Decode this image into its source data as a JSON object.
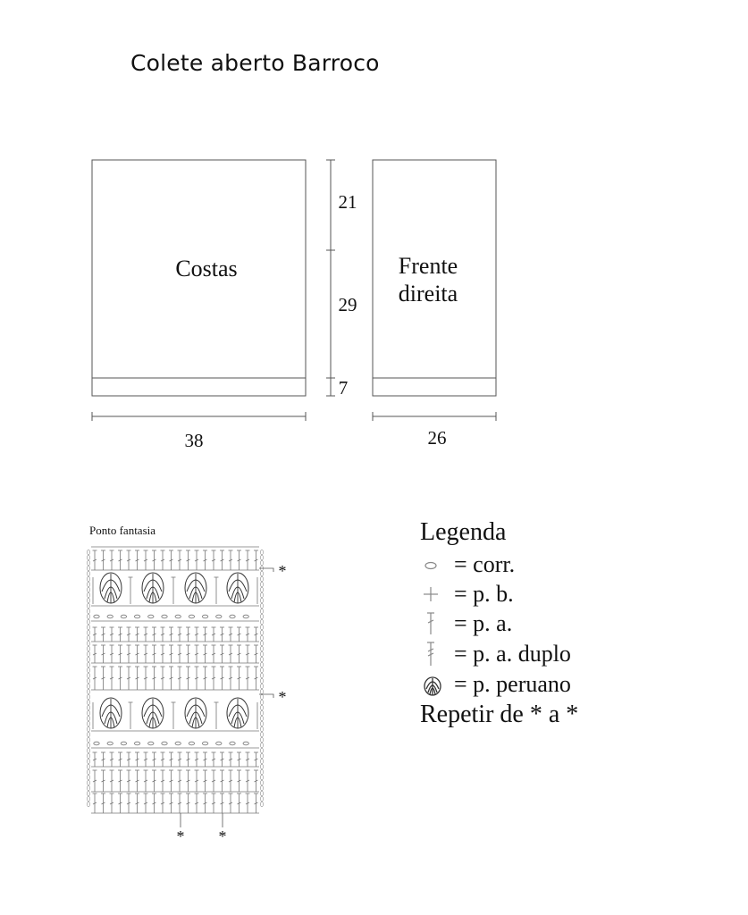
{
  "title": "Colete aberto Barroco",
  "schema": {
    "back_label": "Costas",
    "front_label_line1": "Frente",
    "front_label_line2": "direita",
    "measure_upper": "21",
    "measure_middle": "29",
    "measure_ribbing": "7",
    "back_width": "38",
    "front_width": "26"
  },
  "stitch_chart": {
    "label": "Ponto fantasia",
    "repeat_marker": "*"
  },
  "legend": {
    "title": "Legenda",
    "items": [
      {
        "icon": "chain-icon",
        "text": "= corr."
      },
      {
        "icon": "single-crochet-icon",
        "text": "= p. b."
      },
      {
        "icon": "double-crochet-icon",
        "text": "= p. a."
      },
      {
        "icon": "treble-crochet-icon",
        "text": "= p. a. duplo"
      },
      {
        "icon": "peruvian-stitch-icon",
        "text": "= p. peruano"
      }
    ],
    "repeat_text": "Repetir de * a *"
  }
}
